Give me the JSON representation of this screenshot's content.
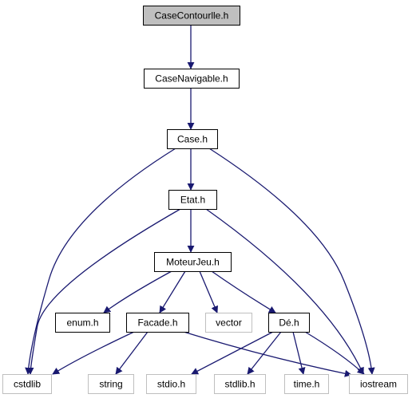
{
  "colors": {
    "edge": "#191970",
    "highlight_fill": "#bfbfbf",
    "normal_border": "#000000",
    "external_border": "#bfbfbf",
    "background": "#ffffff"
  },
  "nodes": [
    {
      "id": "casecontourlle",
      "label": "CaseContourlle.h",
      "kind": "highlight"
    },
    {
      "id": "casenavigable",
      "label": "CaseNavigable.h",
      "kind": "normal"
    },
    {
      "id": "case",
      "label": "Case.h",
      "kind": "normal"
    },
    {
      "id": "etat",
      "label": "Etat.h",
      "kind": "normal"
    },
    {
      "id": "moteurjeu",
      "label": "MoteurJeu.h",
      "kind": "normal"
    },
    {
      "id": "enum",
      "label": "enum.h",
      "kind": "normal"
    },
    {
      "id": "facade",
      "label": "Facade.h",
      "kind": "normal"
    },
    {
      "id": "vector",
      "label": "vector",
      "kind": "external"
    },
    {
      "id": "de",
      "label": "Dé.h",
      "kind": "normal"
    },
    {
      "id": "cstdlib",
      "label": "cstdlib",
      "kind": "external"
    },
    {
      "id": "string",
      "label": "string",
      "kind": "external"
    },
    {
      "id": "stdio",
      "label": "stdio.h",
      "kind": "external"
    },
    {
      "id": "stdlib",
      "label": "stdlib.h",
      "kind": "external"
    },
    {
      "id": "time",
      "label": "time.h",
      "kind": "external"
    },
    {
      "id": "iostream",
      "label": "iostream",
      "kind": "external"
    }
  ],
  "edges": [
    {
      "from": "casecontourlle",
      "to": "casenavigable"
    },
    {
      "from": "casenavigable",
      "to": "case"
    },
    {
      "from": "case",
      "to": "etat"
    },
    {
      "from": "case",
      "to": "cstdlib"
    },
    {
      "from": "case",
      "to": "iostream"
    },
    {
      "from": "etat",
      "to": "moteurjeu"
    },
    {
      "from": "etat",
      "to": "cstdlib"
    },
    {
      "from": "etat",
      "to": "iostream"
    },
    {
      "from": "moteurjeu",
      "to": "enum"
    },
    {
      "from": "moteurjeu",
      "to": "facade"
    },
    {
      "from": "moteurjeu",
      "to": "vector"
    },
    {
      "from": "moteurjeu",
      "to": "de"
    },
    {
      "from": "facade",
      "to": "cstdlib"
    },
    {
      "from": "facade",
      "to": "string"
    },
    {
      "from": "facade",
      "to": "iostream"
    },
    {
      "from": "de",
      "to": "stdio"
    },
    {
      "from": "de",
      "to": "stdlib"
    },
    {
      "from": "de",
      "to": "time"
    },
    {
      "from": "de",
      "to": "iostream"
    }
  ]
}
